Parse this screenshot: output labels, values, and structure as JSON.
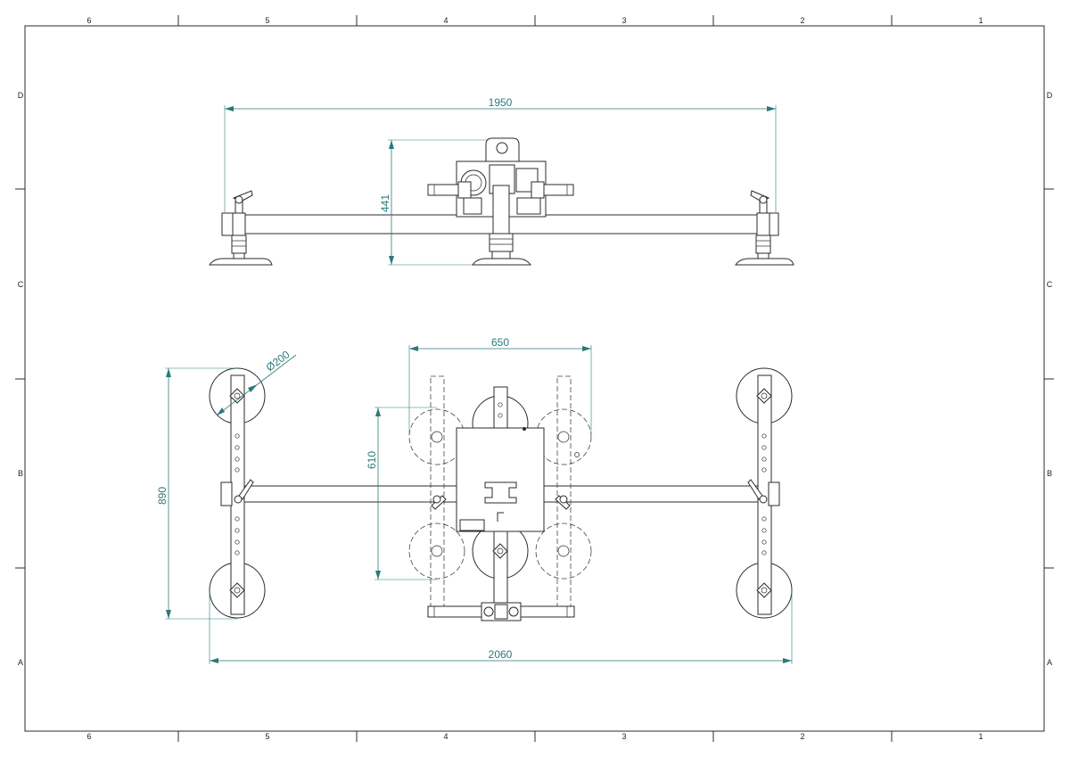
{
  "frame": {
    "columns": [
      "6",
      "5",
      "4",
      "3",
      "2",
      "1"
    ],
    "rows": [
      "D",
      "C",
      "B",
      "A"
    ]
  },
  "dimensions": {
    "top_width": "1950",
    "top_height": "441",
    "plan_width_inner": "650",
    "plan_height_inner": "610",
    "plan_height_outer": "890",
    "plan_width_outer": "2060",
    "cup_diameter": "Ø200"
  },
  "colors": {
    "line": "#2b2b2b",
    "dimension": "#2a7a7a"
  }
}
